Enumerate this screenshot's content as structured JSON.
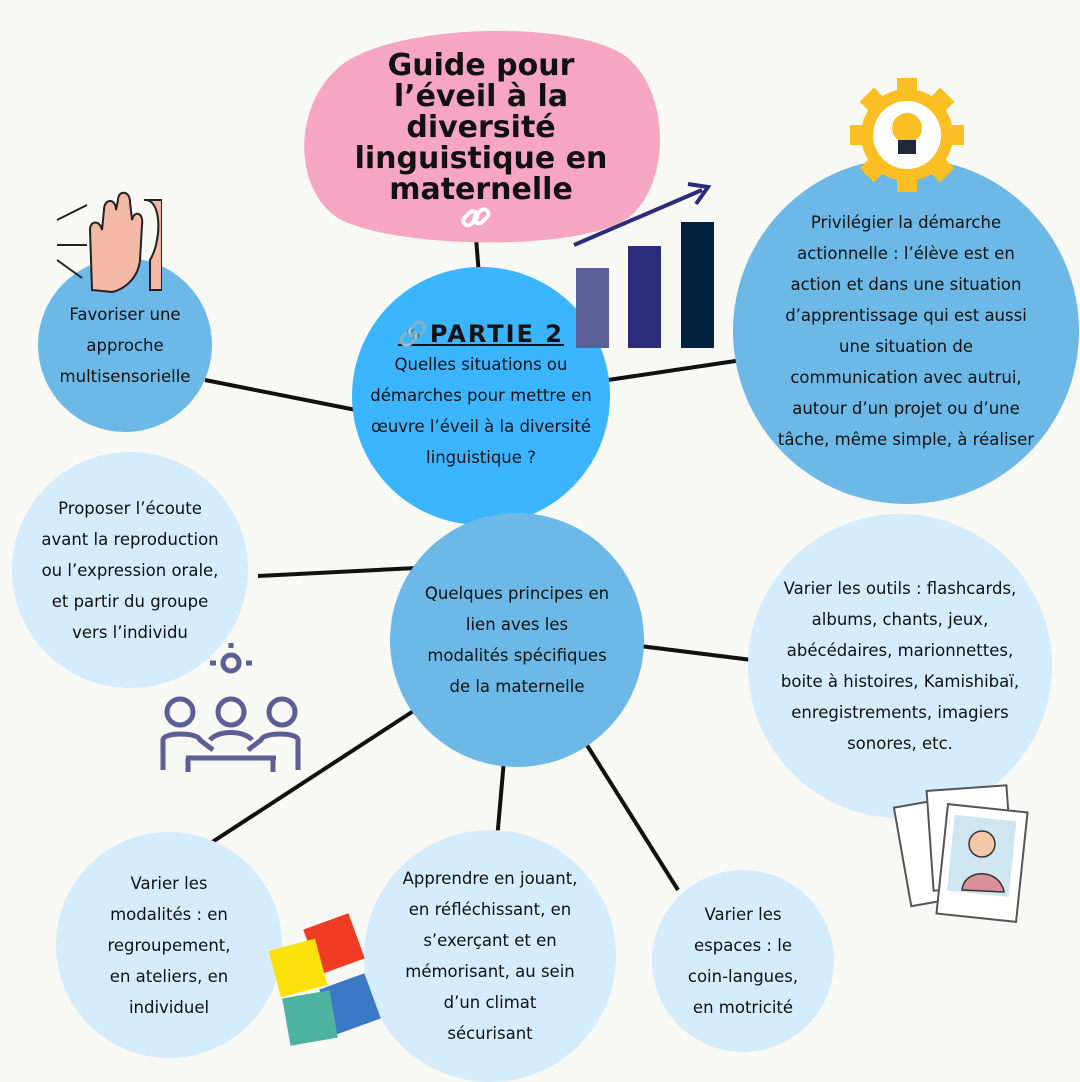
{
  "title": "Guide pour l’éveil à la diversité linguistique en maternelle",
  "center": {
    "part": "PARTIE 2",
    "question": "Quelles situations ou démarches pour mettre en œuvre l’éveil à la diversité linguistique ?"
  },
  "principles": "Quelques principes en lien aves les modalités spécifiques de la maternelle",
  "nodes": {
    "multisensory": "Favoriser une approche multisensorielle",
    "actional": "Privilégier la démarche actionnelle : l’élève est en action et dans une situation d’apprentissage qui est aussi une situation de communication avec autrui, autour d’un projet ou d’une tâche, même simple, à réaliser",
    "listening": "Proposer l’écoute avant la reproduction ou l’expression orale, et partir du groupe vers l’individu",
    "tools": "Varier les outils : flashcards, albums, chants, jeux, abécédaires, marionnettes, boite à histoires, Kamishibaï, enregistrements, imagiers sonores, etc.",
    "modalities": "Varier les modalités : en regroupement, en ateliers, en individuel",
    "learning": "Apprendre en jouant, en réfléchissant, en s’exerçant et en mémorisant, au sein d’un climat sécurisant",
    "spaces": "Varier les espaces : le coin-langues, en motricité"
  },
  "colors": {
    "title_blob": "#f6a5c3",
    "center": "#3bb5ff",
    "mid": "#6cb8e6",
    "light": "#d5ecfc"
  }
}
